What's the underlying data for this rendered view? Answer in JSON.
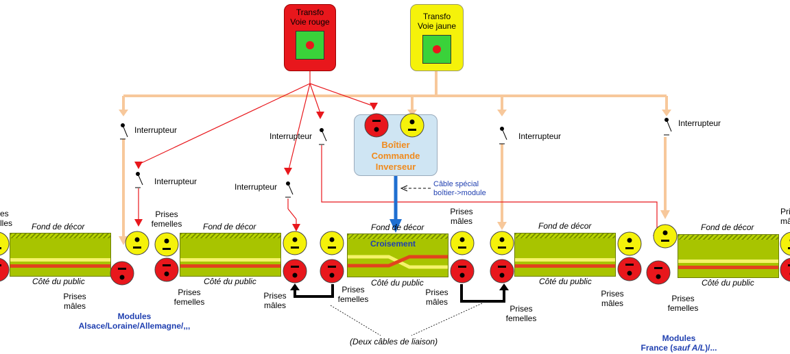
{
  "transfo_red": {
    "line1": "Transfo",
    "line2": "Voie rouge"
  },
  "transfo_yellow": {
    "line1": "Transfo",
    "line2": "Voie jaune"
  },
  "boitier": {
    "line1": "Boîtier",
    "line2": "Commande",
    "line3": "Inverseur"
  },
  "cable_special": {
    "line1": "Câble spécial",
    "line2": "boîtier->module"
  },
  "interrupteur": "Interrupteur",
  "fond_decor": "Fond de décor",
  "cote_public": "Côté du public",
  "croisement": "Croisement",
  "prises_males": {
    "line1": "Prises",
    "line2": "mâles"
  },
  "prises_femelles": {
    "line1": "Prises",
    "line2": "femelles"
  },
  "modules_left": {
    "line1": "Modules",
    "line2": "Alsace/Loraine/Allemagne/,,,"
  },
  "modules_right": {
    "line1": "Modules",
    "line2_a": "France (",
    "line2_b": "sauf  A/L",
    "line2_c": ")/..."
  },
  "deux_cables": "(Deux câbles de liaison)",
  "cut_left": {
    "line1": "es",
    "line2": "lles"
  },
  "cut_right": {
    "line1": "Pri",
    "line2": "mâ"
  },
  "colors": {
    "red": "#e8171c",
    "yellow": "#f5f20a",
    "orange": "#f7c89b",
    "green": "#a8c400",
    "blue": "#1f6fd1",
    "navy": "#1f3fb0"
  }
}
